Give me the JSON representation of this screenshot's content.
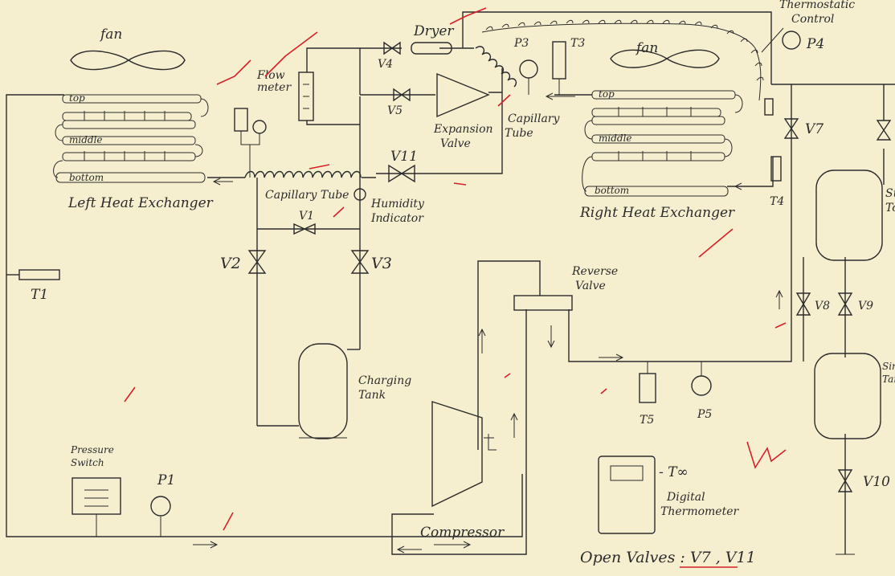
{
  "fans": {
    "left": "fan",
    "right": "fan"
  },
  "components": {
    "left_hx": "Left Heat Exchanger",
    "right_hx": "Right Heat Exchanger",
    "hx_top": "top",
    "hx_middle": "middle",
    "hx_bottom": "bottom",
    "flow_meter_1": "Flow",
    "flow_meter_2": "meter",
    "dryer": "Dryer",
    "expansion_valve_1": "Expansion",
    "expansion_valve_2": "Valve",
    "capillary_left": "Capillary Tube",
    "capillary_right_1": "Capillary",
    "capillary_right_2": "Tube",
    "humidity_1": "Humidity",
    "humidity_2": "Indicator",
    "thermostatic_1": "Thermostatic",
    "thermostatic_2": "Control",
    "charging_1": "Charging",
    "charging_2": "Tank",
    "reverse_1": "Reverse",
    "reverse_2": "Valve",
    "compressor": "Compressor",
    "pressure_switch_1": "Pressure",
    "pressure_switch_2": "Switch",
    "digital_1": "Digital",
    "digital_2": "Thermometer",
    "tank_upper_1": "Su",
    "tank_upper_2": "To",
    "tank_lower_1": "Sing",
    "tank_lower_2": "Tank"
  },
  "valves": {
    "v1": "V1",
    "v2": "V2",
    "v3": "V3",
    "v4": "V4",
    "v5": "V5",
    "v7": "V7",
    "v8": "V8",
    "v9": "V9",
    "v10": "V10",
    "v11": "V11"
  },
  "sensors": {
    "p1": "P1",
    "p3": "P3",
    "p4": "P4",
    "p5": "P5",
    "t1": "T1",
    "t3": "T3",
    "t4": "T4",
    "t5": "T5",
    "tinf": "- T∞"
  },
  "note": "Open Valves : V7 , V11",
  "colors": {
    "paper": "#f6efcf",
    "ink": "#2b2b2b",
    "red_mark": "#d5202a"
  }
}
